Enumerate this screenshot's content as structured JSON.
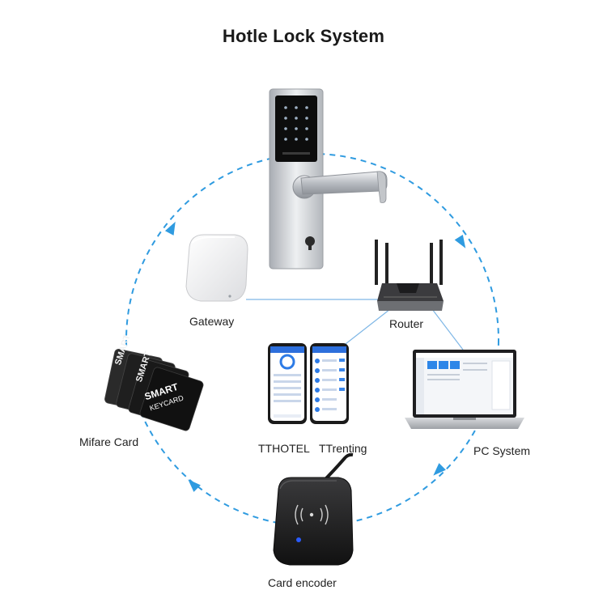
{
  "title": "Hotle Lock System",
  "labels": {
    "gateway": "Gateway",
    "router": "Router",
    "mifare": "Mifare Card",
    "tthotel": "TTHOTEL",
    "ttrenting": "TTrenting",
    "pc": "PC System",
    "encoder": "Card encoder"
  },
  "cards": {
    "front_line1": "SMART",
    "front_line2": "KEYCARD",
    "back_text": "SMART"
  },
  "colors": {
    "flow_arrow": "#2f9be0",
    "connector": "#7fb7e6",
    "lock_silver": "#cfd3d8",
    "panel_black": "#111111",
    "indicator_blue": "#2a5bff"
  }
}
